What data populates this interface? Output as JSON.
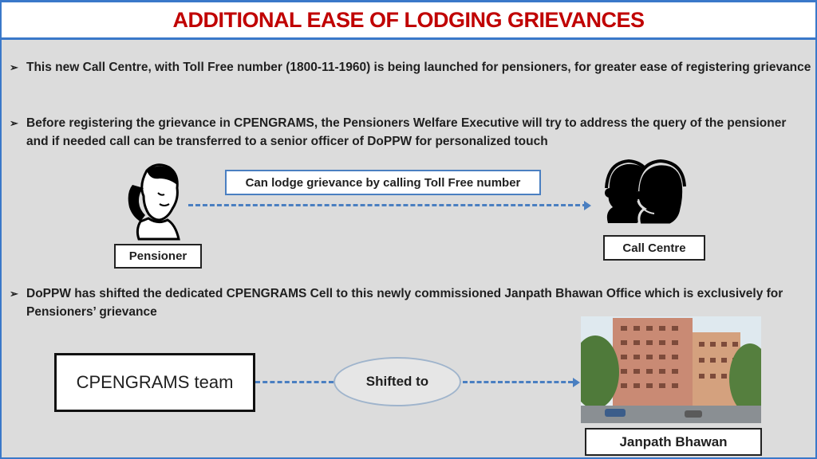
{
  "title": "ADDITIONAL EASE OF LODGING GRIEVANCES",
  "bullets": [
    {
      "marker": "➢",
      "text": "This new Call Centre, with Toll Free number (1800-11-1960) is being launched for pensioners, for greater ease of registering grievance"
    },
    {
      "marker": "➢",
      "text": "Before registering the grievance in CPENGRAMS, the Pensioners Welfare Executive will try to address the query of the pensioner and if needed call can be transferred to a senior officer of DoPPW for personalized touch"
    },
    {
      "marker": "➢",
      "text": "DoPPW has shifted the dedicated  CPENGRAMS Cell to this newly commissioned Janpath Bhawan Office which is exclusively for Pensioners’ grievance"
    }
  ],
  "diagram1": {
    "left_label": "Pensioner",
    "right_label": "Call Centre",
    "arrow_label": "Can lodge grievance by calling Toll Free number",
    "left_icon": "telephone-person-icon",
    "right_icon": "headset-agents-icon"
  },
  "diagram2": {
    "left_label": "CPENGRAMS team",
    "middle_label": "Shifted to",
    "right_label": "Janpath Bhawan",
    "photo": "building-photo"
  },
  "colors": {
    "title": "#c00000",
    "accent": "#3a78c9",
    "arrow": "#4a7fc1"
  }
}
